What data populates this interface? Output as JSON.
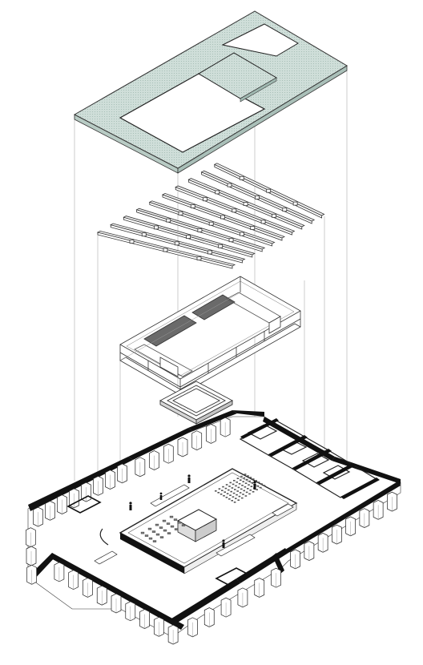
{
  "diagram": {
    "kind": "exploded-axonometric",
    "layers": [
      "roof-slab",
      "roof-beams",
      "upper-frame-structure",
      "skylight-frame",
      "ground-floor-plan"
    ],
    "beam_count": 10,
    "colors": {
      "ink": "#111111",
      "line": "#333333",
      "thin": "#8a8a8a",
      "roof_fill": "#cfded9",
      "roof_hatch": "#9fb8b0",
      "glass": "#ffffff",
      "band": "#6a6a6a",
      "seating": "#555555"
    }
  }
}
